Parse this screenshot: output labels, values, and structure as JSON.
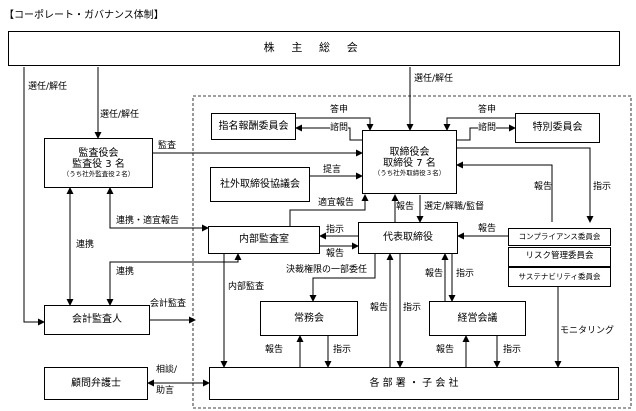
{
  "title": "【コーポレート・ガバナンス体制】",
  "boxes": {
    "shareholders": "株 主 総 会",
    "nomination": "指名報酬委員会",
    "special": "特別委員会",
    "board_l1": "取締役会",
    "board_l2": "取締役 7 名",
    "board_l3": "（うち社外取締役３名）",
    "auditors_l1": "監査役会",
    "auditors_l2": "監査役 3 名",
    "auditors_l3": "（うち社外監査役２名）",
    "outside_council": "社外取締役協議会",
    "internal_audit": "内部監査室",
    "ceo": "代表取締役",
    "compliance": "コンプライアンス委員会",
    "risk": "リスク管理委員会",
    "sustainability": "サステナビリティ委員会",
    "accounting_auditor": "会計監査人",
    "executive_committee": "常務会",
    "management_meeting": "経営会議",
    "lawyer": "顧問弁護士",
    "departments": "各 部 署 ・ 子 会 社"
  },
  "labels": {
    "elect_1": "選任/解任",
    "elect_2": "選任/解任",
    "elect_3": "選任/解任",
    "audit_top": "監査",
    "toushin_1": "答申",
    "shimon_1": "諮問",
    "toushin_2": "答申",
    "shimon_2": "諮問",
    "teigen": "提言",
    "appropriate_report": "適宜報告",
    "cooperation_report": "連携・適宜報告",
    "cooperation_1": "連携",
    "cooperation_2": "連携",
    "report_1": "報告",
    "select_supervise": "選定/解職/監督",
    "report_2": "報告",
    "instruct_1": "指示",
    "report_3": "報告",
    "report_4": "報告",
    "instruct_2": "指示",
    "delegation": "決裁権限の一部委任",
    "internal_audit_arrow": "内部監査",
    "accounting_audit": "会計監査",
    "report_5": "報告",
    "instruct_3": "指示",
    "report_6": "報告",
    "instruct_4": "指示",
    "report_7": "報告",
    "instruct_5": "指示",
    "report_8": "報告",
    "instruct_6": "指示",
    "monitoring": "モニタリング",
    "consult_1": "相談/",
    "consult_2": "助言"
  }
}
